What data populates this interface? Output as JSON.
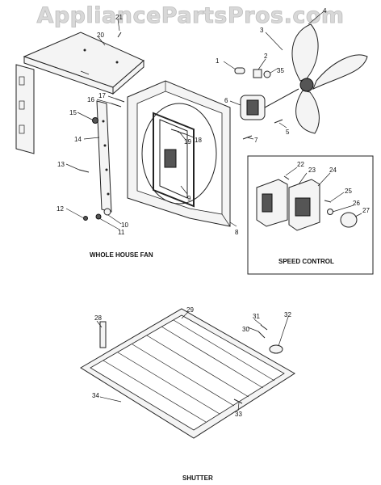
{
  "watermark": "AppliancePartsPros.com",
  "sections": {
    "whole_house_fan": "WHOLE HOUSE FAN",
    "speed_control": "SPEED CONTROL",
    "shutter": "SHUTTER"
  },
  "callouts": [
    "1",
    "2",
    "3",
    "4",
    "5",
    "6",
    "7",
    "8",
    "9",
    "10",
    "11",
    "12",
    "13",
    "14",
    "15",
    "16",
    "17",
    "18",
    "19",
    "20",
    "21",
    "22",
    "23",
    "24",
    "25",
    "26",
    "27",
    "28",
    "29",
    "30",
    "31",
    "32",
    "33",
    "34",
    "35"
  ]
}
